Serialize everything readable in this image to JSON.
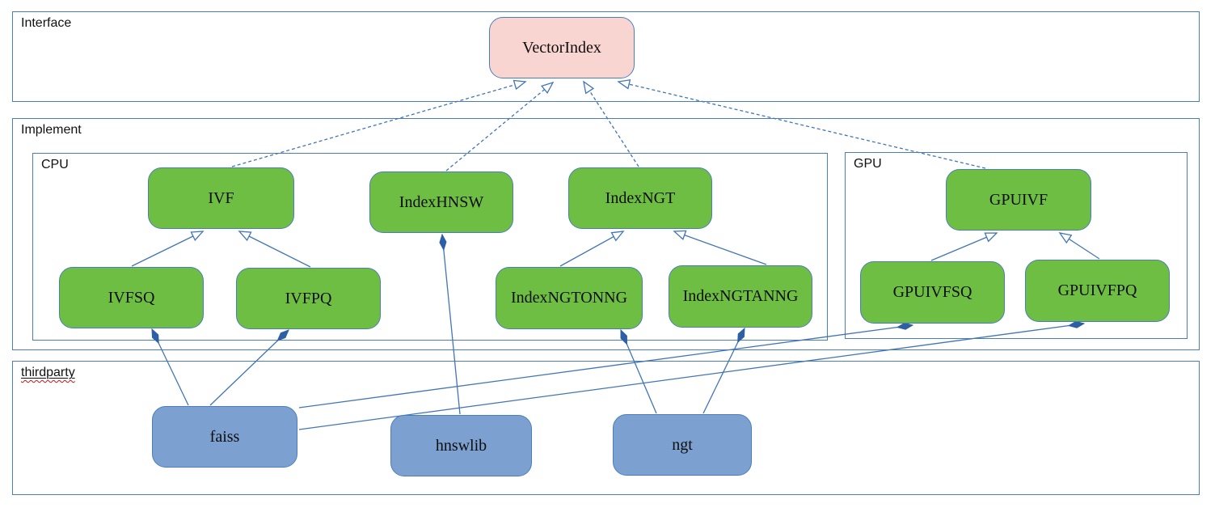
{
  "containers": {
    "interface": {
      "label": "Interface"
    },
    "implement": {
      "label": "Implement"
    },
    "cpu": {
      "label": "CPU"
    },
    "gpu": {
      "label": "GPU"
    },
    "thirdparty": {
      "label": "thirdparty"
    }
  },
  "nodes": {
    "vectorindex": {
      "label": "VectorIndex",
      "kind": "interface"
    },
    "ivf": {
      "label": "IVF",
      "kind": "implementation"
    },
    "indexhnsw": {
      "label": "IndexHNSW",
      "kind": "implementation"
    },
    "indexngt": {
      "label": "IndexNGT",
      "kind": "implementation"
    },
    "gpuivf": {
      "label": "GPUIVF",
      "kind": "implementation"
    },
    "ivfsq": {
      "label": "IVFSQ",
      "kind": "implementation"
    },
    "ivfpq": {
      "label": "IVFPQ",
      "kind": "implementation"
    },
    "indexngtonng": {
      "label": "IndexNGTONNG",
      "kind": "implementation"
    },
    "indexngtanng": {
      "label": "IndexNGTANNG",
      "kind": "implementation"
    },
    "gpuivfsq": {
      "label": "GPUIVFSQ",
      "kind": "implementation"
    },
    "gpuivfpq": {
      "label": "GPUIVFPQ",
      "kind": "implementation"
    },
    "faiss": {
      "label": "faiss",
      "kind": "thirdparty"
    },
    "hnswlib": {
      "label": "hnswlib",
      "kind": "thirdparty"
    },
    "ngt": {
      "label": "ngt",
      "kind": "thirdparty"
    }
  },
  "edges": [
    {
      "from": "ivf",
      "to": "vectorindex",
      "type": "realization-dashed-hollow-arrow"
    },
    {
      "from": "indexhnsw",
      "to": "vectorindex",
      "type": "realization-dashed-hollow-arrow"
    },
    {
      "from": "indexngt",
      "to": "vectorindex",
      "type": "realization-dashed-hollow-arrow"
    },
    {
      "from": "gpuivf",
      "to": "vectorindex",
      "type": "realization-dashed-hollow-arrow"
    },
    {
      "from": "ivfsq",
      "to": "ivf",
      "type": "generalization-hollow-arrow"
    },
    {
      "from": "ivfpq",
      "to": "ivf",
      "type": "generalization-hollow-arrow"
    },
    {
      "from": "indexngtonng",
      "to": "indexngt",
      "type": "generalization-hollow-arrow"
    },
    {
      "from": "indexngtanng",
      "to": "indexngt",
      "type": "generalization-hollow-arrow"
    },
    {
      "from": "gpuivfsq",
      "to": "gpuivf",
      "type": "generalization-hollow-arrow"
    },
    {
      "from": "gpuivfpq",
      "to": "gpuivf",
      "type": "generalization-hollow-arrow"
    },
    {
      "from": "ivfsq",
      "to": "faiss",
      "type": "composition-filled-diamond"
    },
    {
      "from": "ivfpq",
      "to": "faiss",
      "type": "composition-filled-diamond"
    },
    {
      "from": "indexhnsw",
      "to": "hnswlib",
      "type": "composition-filled-diamond"
    },
    {
      "from": "indexngtonng",
      "to": "ngt",
      "type": "composition-filled-diamond"
    },
    {
      "from": "indexngtanng",
      "to": "ngt",
      "type": "composition-filled-diamond"
    },
    {
      "from": "gpuivfsq",
      "to": "faiss",
      "type": "composition-filled-diamond"
    },
    {
      "from": "gpuivfpq",
      "to": "faiss",
      "type": "composition-filled-diamond"
    }
  ],
  "colors": {
    "interface_node_fill": "#f9d5d2",
    "implementation_node_fill": "#6fbe44",
    "thirdparty_node_fill": "#7ca1d1",
    "node_border": "#4a7ebb",
    "container_border": "#4b7cc0",
    "edge_line": "#4175b7",
    "diamond_fill": "#2e5fa5",
    "spellcheck_underline": "#cc1111"
  }
}
